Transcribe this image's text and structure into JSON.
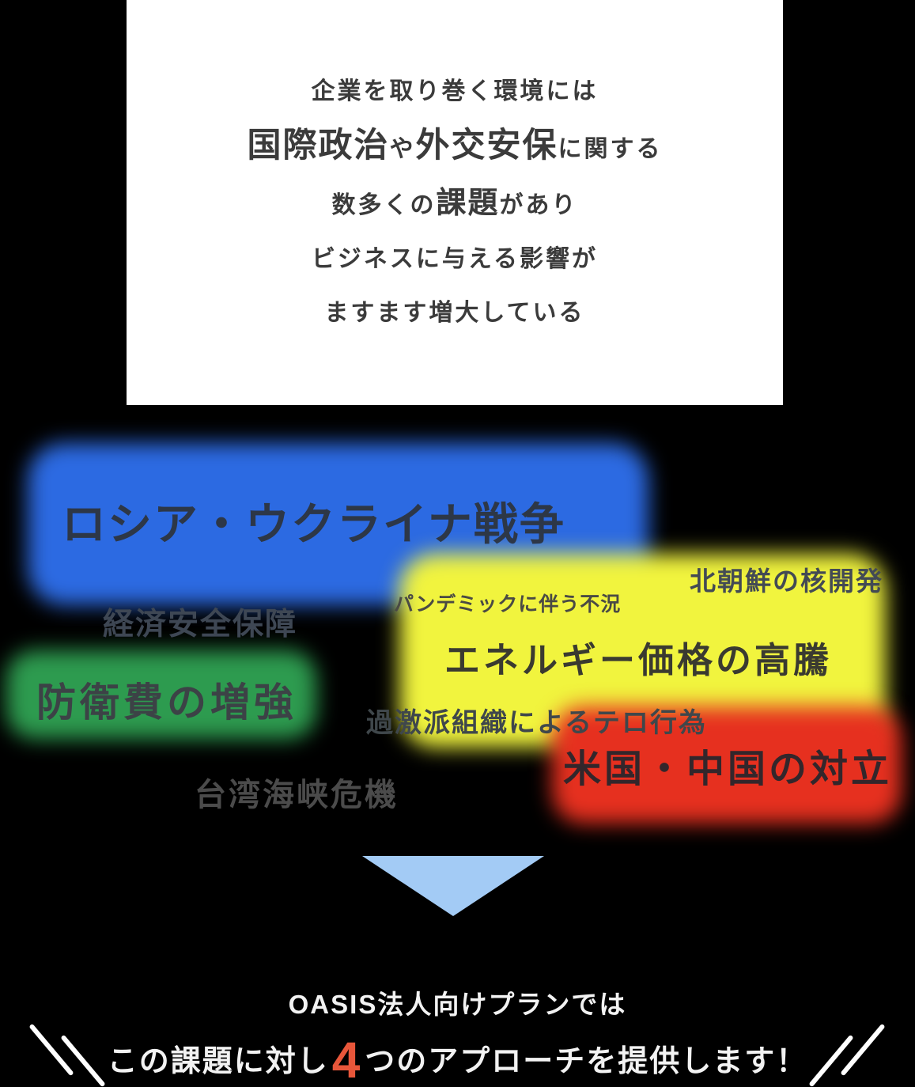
{
  "page": {
    "background": "#000000"
  },
  "intro_card": {
    "background": "#ffffff",
    "text_color": "#3b3b3b",
    "line1": "企業を取り巻く環境には",
    "line2": {
      "big1": "国際政治",
      "mid": "や",
      "big2": "外交安保",
      "tail": "に関する"
    },
    "line3": {
      "head": "数多くの",
      "big": "課題",
      "tail": "があり"
    },
    "line4": "ビジネスに与える影響が",
    "line5": "ますます増大している"
  },
  "issues": {
    "russia_ukraine": {
      "label": "ロシア・ウクライナ戦争",
      "highlight": "#2c6ae2",
      "text_color": "#2d3747"
    },
    "economic_security": {
      "label": "経済安全保障",
      "text_color": "#3e4754"
    },
    "pandemic_recession": {
      "label": "パンデミックに伴う不況",
      "text_color": "#4a4a44"
    },
    "north_korea_nuclear": {
      "label": "北朝鮮の核開発",
      "text_color": "#434a54"
    },
    "energy_prices": {
      "label": "エネルギー価格の高騰",
      "highlight": "#f1f43e",
      "text_color": "#3a3a30"
    },
    "defense_budget": {
      "label": "防衛費の増強",
      "highlight": "#2d9b4f",
      "text_color": "#3c4246"
    },
    "terrorism": {
      "label": "過激派組織によるテロ行為",
      "text_color": "#3f474b"
    },
    "us_china_conflict": {
      "label": "米国・中国の対立",
      "highlight": "#e6301f",
      "text_color": "#33262b"
    },
    "taiwan_strait": {
      "label": "台湾海峡危機",
      "text_color": "#4b4b4b"
    }
  },
  "arrow": {
    "color": "#a3cbf5"
  },
  "outro": {
    "line1": "OASIS法人向けプランでは",
    "line2_head": "この課題に対し",
    "line2_number": "4",
    "line2_tail": "つのアプローチを提供します！",
    "number_color": "#e8563a",
    "text_color": "#f2f2f2"
  }
}
